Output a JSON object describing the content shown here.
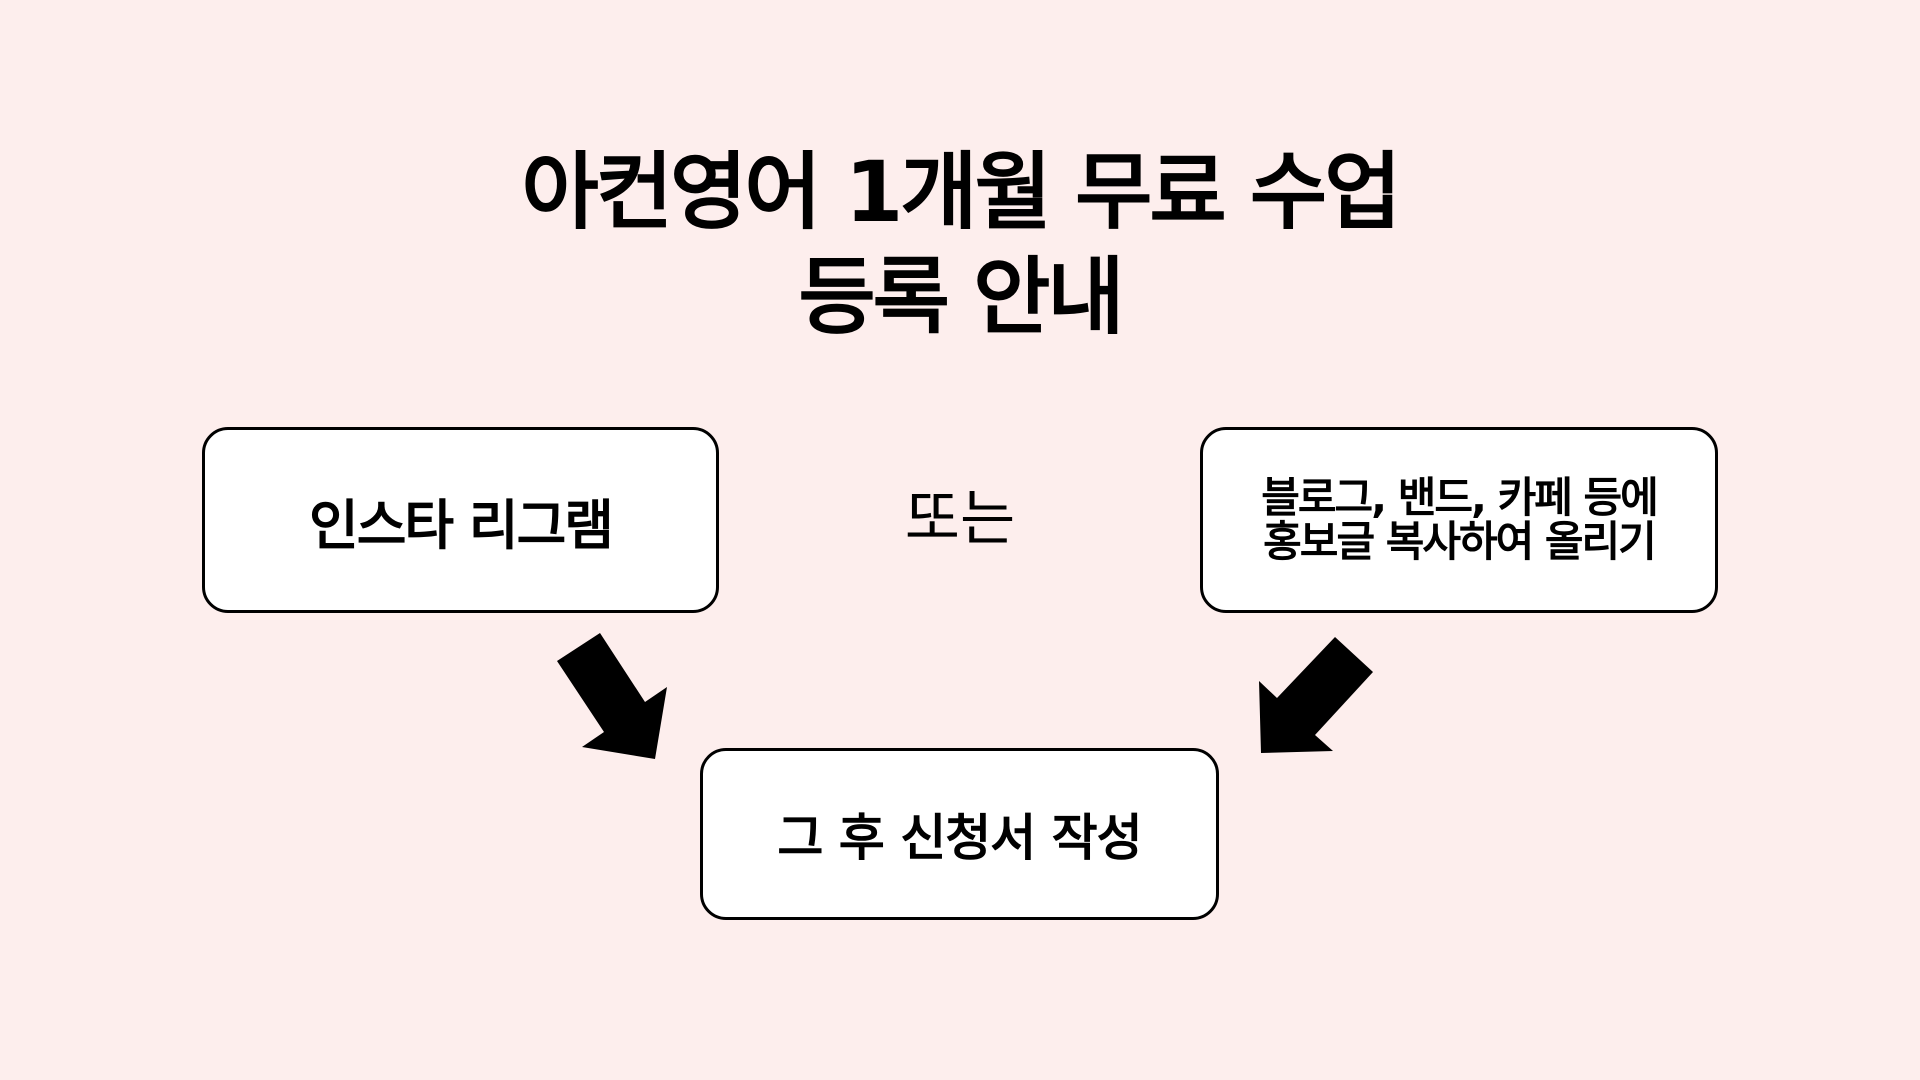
{
  "title": {
    "line1": "아컨영어 1개월 무료 수업",
    "line2": "등록 안내"
  },
  "boxes": {
    "left": "인스타 리그램",
    "right_line1": "블로그, 밴드, 카페 등에",
    "right_line2": "홍보글 복사하여 올리기",
    "bottom": "그 후 신청서 작성"
  },
  "connector": "또는",
  "colors": {
    "background": "#fdeeed",
    "box": "#ffffff",
    "stroke": "#000000"
  }
}
